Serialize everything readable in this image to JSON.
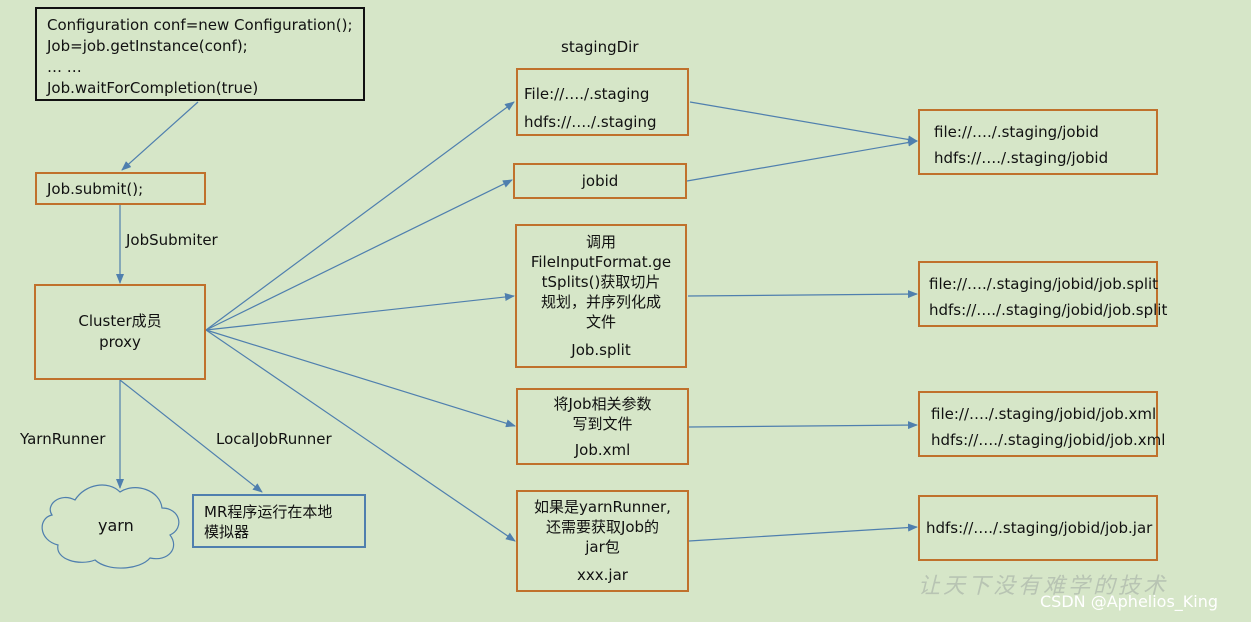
{
  "code_box": {
    "lines": [
      "Configuration conf=new Configuration();",
      "Job=job.getInstance(conf);",
      "… …",
      "Job.waitForCompletion(true)"
    ]
  },
  "submit_box": {
    "label": "Job.submit();"
  },
  "job_submiter_label": "JobSubmiter",
  "cluster_box": {
    "line1": "Cluster成员",
    "line2": "proxy"
  },
  "yarn_runner_label": "YarnRunner",
  "local_job_runner_label": "LocalJobRunner",
  "yarn_cloud": {
    "label": "yarn"
  },
  "local_box": {
    "line1": "MR程序运行在本地",
    "line2": "模拟器"
  },
  "staging_dir_label": "stagingDir",
  "staging_box": {
    "line1": "File://…./.staging",
    "line2": "hdfs://…./.staging"
  },
  "jobid_box": {
    "label": "jobid"
  },
  "split_box": {
    "lines": [
      "调用",
      "FileInputFormat.ge",
      "tSplits()获取切片",
      "规划，并序列化成",
      "文件"
    ],
    "file": "Job.split"
  },
  "xml_box": {
    "lines": [
      "将Job相关参数",
      "写到文件"
    ],
    "file": "Job.xml"
  },
  "jar_box": {
    "lines": [
      "如果是yarnRunner,",
      "还需要获取Job的",
      "jar包"
    ],
    "file": "xxx.jar"
  },
  "out_jobid_box": {
    "line1": "file://…./.staging/jobid",
    "line2": "hdfs://…./.staging/jobid"
  },
  "out_split_box": {
    "line1": "file://…./.staging/jobid/job.split",
    "line2": "hdfs://…./.staging/jobid/job.split"
  },
  "out_xml_box": {
    "line1": "file://…./.staging/jobid/job.xml",
    "line2": "hdfs://…./.staging/jobid/job.xml"
  },
  "out_jar_box": {
    "line1": "hdfs://…./.staging/jobid/job.jar"
  },
  "watermark_cn": "让天下没有难学的技术",
  "watermark": "CSDN @Aphelios_King",
  "colors": {
    "background": "#d6e6c8",
    "box_border": "#c0712c",
    "arrow": "#4f7fae",
    "code_border": "#111111"
  }
}
